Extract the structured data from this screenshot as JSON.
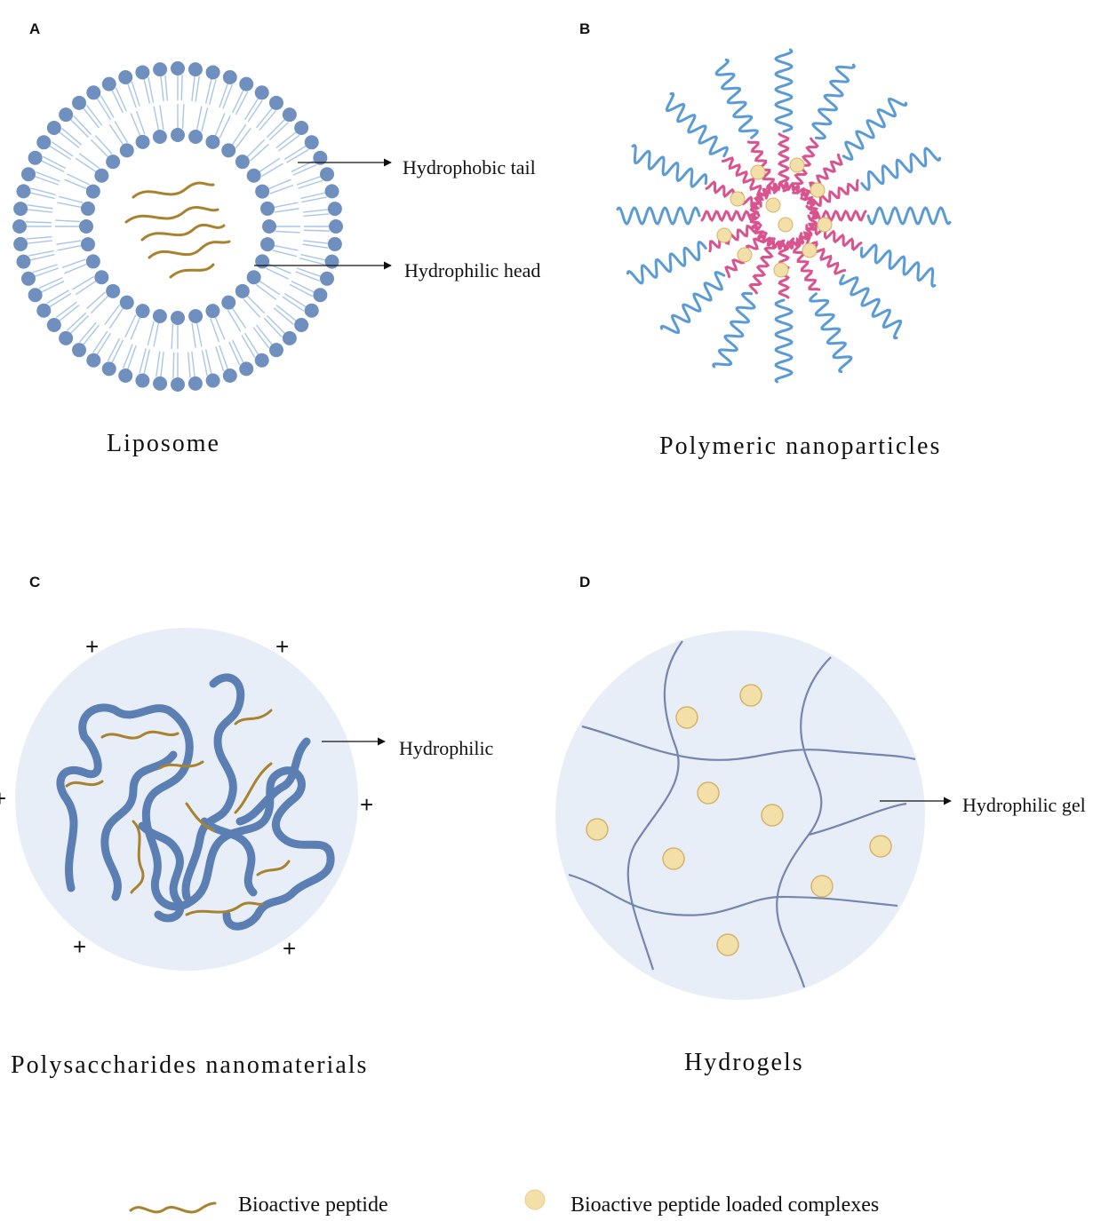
{
  "panels": {
    "a": {
      "letter": "A",
      "caption": "Liposome",
      "callouts": {
        "tail": "Hydrophobic tail",
        "head": "Hydrophilic head"
      }
    },
    "b": {
      "letter": "B",
      "caption": "Polymeric nanoparticles"
    },
    "c": {
      "letter": "C",
      "caption": "Polysaccharides nanomaterials",
      "callouts": {
        "hydrophilic": "Hydrophilic"
      },
      "plus_sign": "+"
    },
    "d": {
      "letter": "D",
      "caption": "Hydrogels",
      "callouts": {
        "gel": "Hydrophilic gel"
      }
    }
  },
  "legend": {
    "peptide": "Bioactive peptide",
    "complex": "Bioactive peptide loaded complexes"
  },
  "colors": {
    "lipid_head": "#6f8fbf",
    "lipid_tail": "#a9c6e8",
    "peptide": "#a8822e",
    "polymer_shell": "#5b9bd5",
    "polymer_core": "#d9538f",
    "complex_fill": "#f3dfa8",
    "complex_stroke": "#d7b36a",
    "particle_bg": "#e8eef8",
    "polysaccharide_chain": "#5c7fb3",
    "hydrogel_line": "#7585ad"
  },
  "icons": {
    "peptide_legend": "wavy-line-icon",
    "complex_legend": "dot-icon",
    "arrow": "arrow-right-icon"
  }
}
